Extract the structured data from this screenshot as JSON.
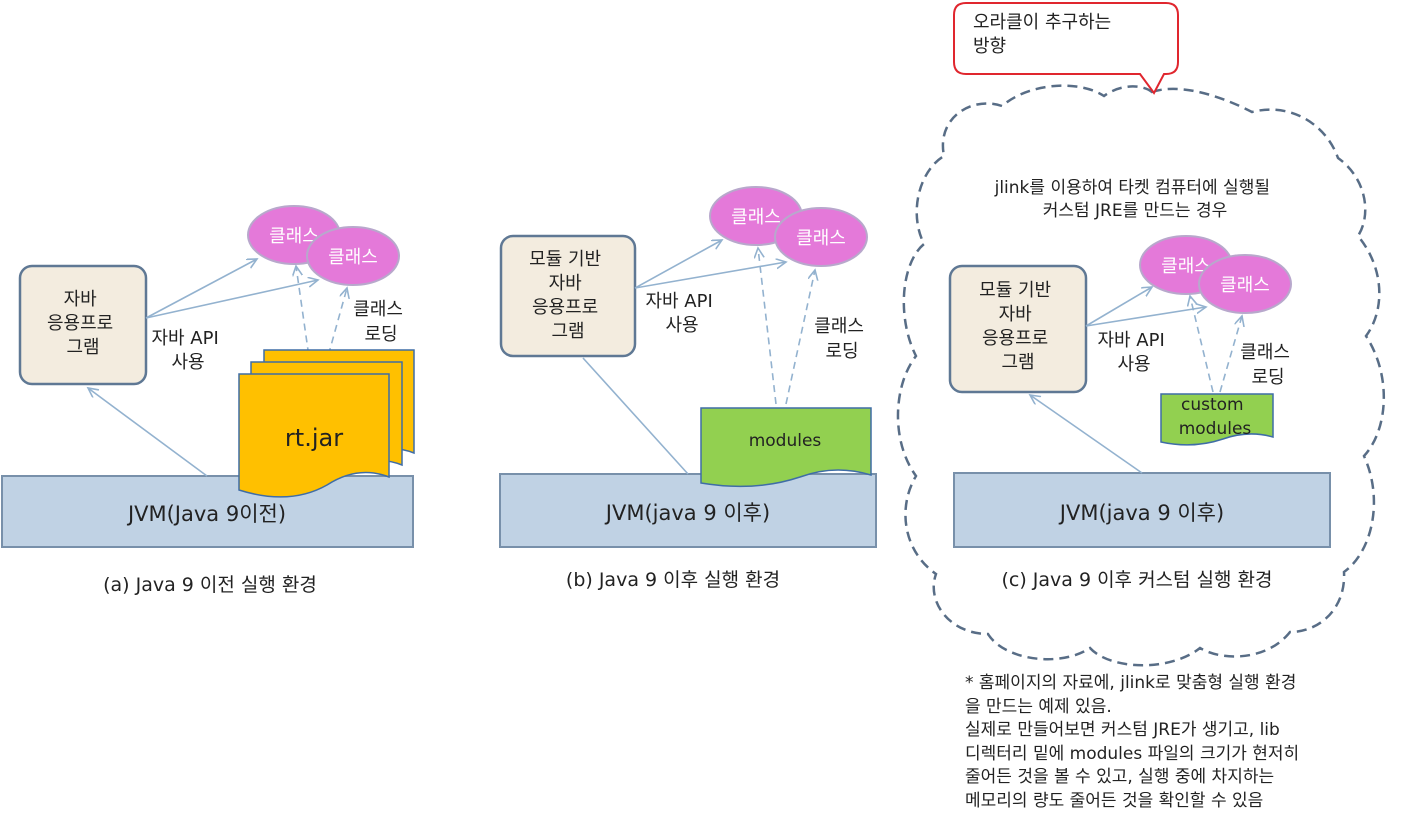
{
  "panels": {
    "a": {
      "app_lines": [
        "자바",
        "응용프로",
        "그램"
      ],
      "api_label": [
        "자바 API",
        "사용"
      ],
      "class_1": "클래스",
      "class_2": "클래스",
      "loading_label": [
        "클래스",
        "로딩"
      ],
      "jar_label": "rt.jar",
      "jvm_label": "JVM(Java 9이전)",
      "caption": "(a) Java 9 이전 실행 환경"
    },
    "b": {
      "app_lines": [
        "모듈 기반",
        "자바",
        "응용프로",
        "그램"
      ],
      "api_label": [
        "자바 API",
        "사용"
      ],
      "class_1": "클래스",
      "class_2": "클래스",
      "loading_label": [
        "클래스",
        "로딩"
      ],
      "modules_label": "modules",
      "jvm_label": "JVM(java 9 이후)",
      "caption": "(b) Java 9 이후 실행 환경"
    },
    "c": {
      "callout_lines": [
        "오라클이 추구하는",
        "방향"
      ],
      "desc_lines": [
        "jlink를 이용하여 타켓 컴퓨터에 실행될",
        "커스텀 JRE를 만드는 경우"
      ],
      "app_lines": [
        "모듈 기반",
        "자바",
        "응용프로",
        "그램"
      ],
      "api_label": [
        "자바 API",
        "사용"
      ],
      "class_1": "클래스",
      "class_2": "클래스",
      "loading_label": [
        "클래스",
        "로딩"
      ],
      "modules_lines": [
        "custom",
        "modules"
      ],
      "jvm_label": "JVM(java 9 이후)",
      "caption": "(c) Java 9 이후 커스텀 실행 환경"
    }
  },
  "footnote": "* 홈페이지의 자료에, jlink로 맞춤형 실행 환경\n을 만드는 예제 있음.\n실제로 만들어보면 커스텀 JRE가 생기고, lib\n디렉터리 밑에 modules 파일의 크기가 현저히\n줄어든 것을 볼 수 있고, 실행 중에 차지하는\n메모리의 량도 줄어든 것을 확인할 수 있음",
  "colors": {
    "app_box_fill": "#f3ecdf",
    "app_box_stroke": "#5f7894",
    "jvm_fill": "#c0d2e4",
    "jvm_stroke": "#7890aa",
    "class_fill": "#e479d9",
    "class_stroke": "#b8a8cc",
    "jar_fill": "#ffc000",
    "jar_stroke": "#3f6da6",
    "modules_fill": "#92d050",
    "modules_stroke": "#3f6da6",
    "arrow": "#93b2cf",
    "callout_stroke": "#e0262e",
    "cloud_stroke": "#586d86"
  }
}
